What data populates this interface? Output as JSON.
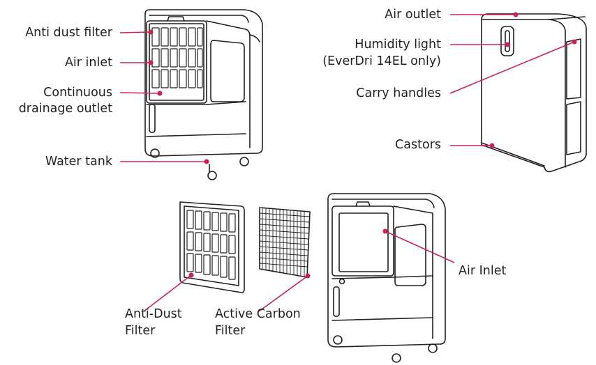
{
  "colors": {
    "leader": "#c8234e",
    "outline": "#231f20",
    "background": "#ffffff"
  },
  "labels": {
    "anti_dust_filter": "Anti dust filter",
    "air_inlet": "Air inlet",
    "continuous_drainage_1": "Continuous",
    "continuous_drainage_2": "drainage outlet",
    "water_tank": "Water tank",
    "air_outlet": "Air outlet",
    "humidity_light_1": "Humidity light",
    "humidity_light_2": "(EverDri 14EL only)",
    "carry_handles": "Carry handles",
    "castors": "Castors",
    "anti_dust_filter_part_1": "Anti-Dust",
    "anti_dust_filter_part_2": "Filter",
    "active_carbon_filter_1": "Active Carbon",
    "active_carbon_filter_2": "Filter",
    "air_inlet_rear": "Air Inlet"
  }
}
